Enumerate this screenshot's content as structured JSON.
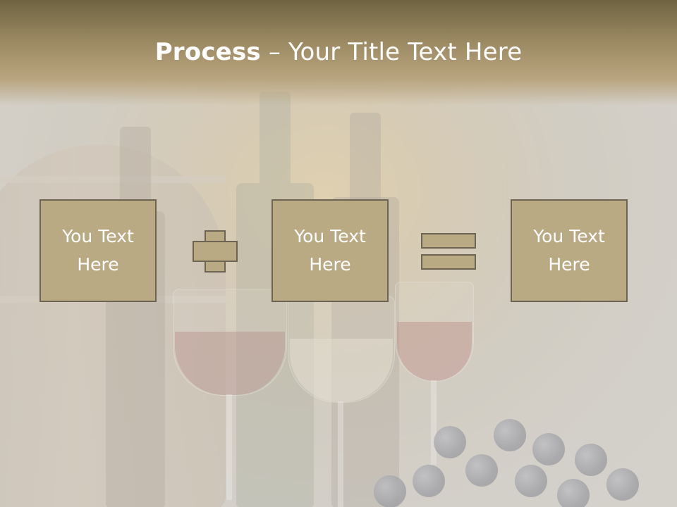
{
  "slide": {
    "title_bold": "Process",
    "title_rest": " – Your Title Text Here"
  },
  "process": {
    "box1": "You Text\nHere",
    "box2": "You Text\nHere",
    "box3": "You Text\nHere",
    "operator1_icon": "plus-icon",
    "operator2_icon": "equals-icon"
  },
  "colors": {
    "box_fill": "#b9aa84",
    "box_border": "#6e6453",
    "title_band": "#9c8a63",
    "text": "#ffffff"
  }
}
